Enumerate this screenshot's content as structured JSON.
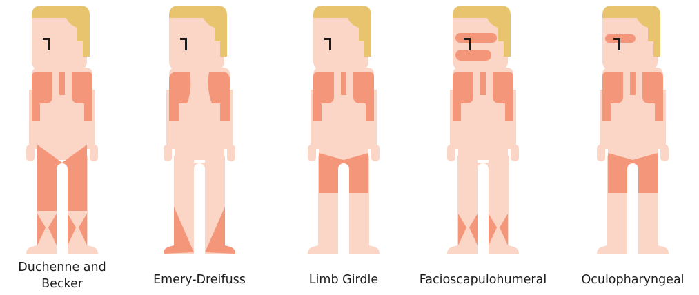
{
  "colors": {
    "skin": "#fbd5c5",
    "affected": "#f4967a",
    "hair": "#e8c46e",
    "eye": "#1a1a1a",
    "text": "#1c1c1c"
  },
  "figures": [
    {
      "name": "duchenne",
      "label_lines": [
        "Duchenne and",
        "Becker"
      ],
      "affected": [
        "chest",
        "pelvis-v",
        "thighs",
        "calves"
      ]
    },
    {
      "name": "emery",
      "label_lines": [
        "Emery-Dreifuss"
      ],
      "affected": [
        "shoulders",
        "feet"
      ]
    },
    {
      "name": "limb",
      "label_lines": [
        "Limb Girdle"
      ],
      "affected": [
        "chest",
        "pelvis-shallow",
        "thighs"
      ]
    },
    {
      "name": "fsh",
      "label_lines": [
        "Facioscapulohumeral"
      ],
      "affected": [
        "face",
        "chest",
        "calves"
      ]
    },
    {
      "name": "oculo",
      "label_lines": [
        "Oculopharyngeal"
      ],
      "affected": [
        "eyes",
        "chest",
        "pelvis-shallow",
        "thighs"
      ]
    }
  ]
}
